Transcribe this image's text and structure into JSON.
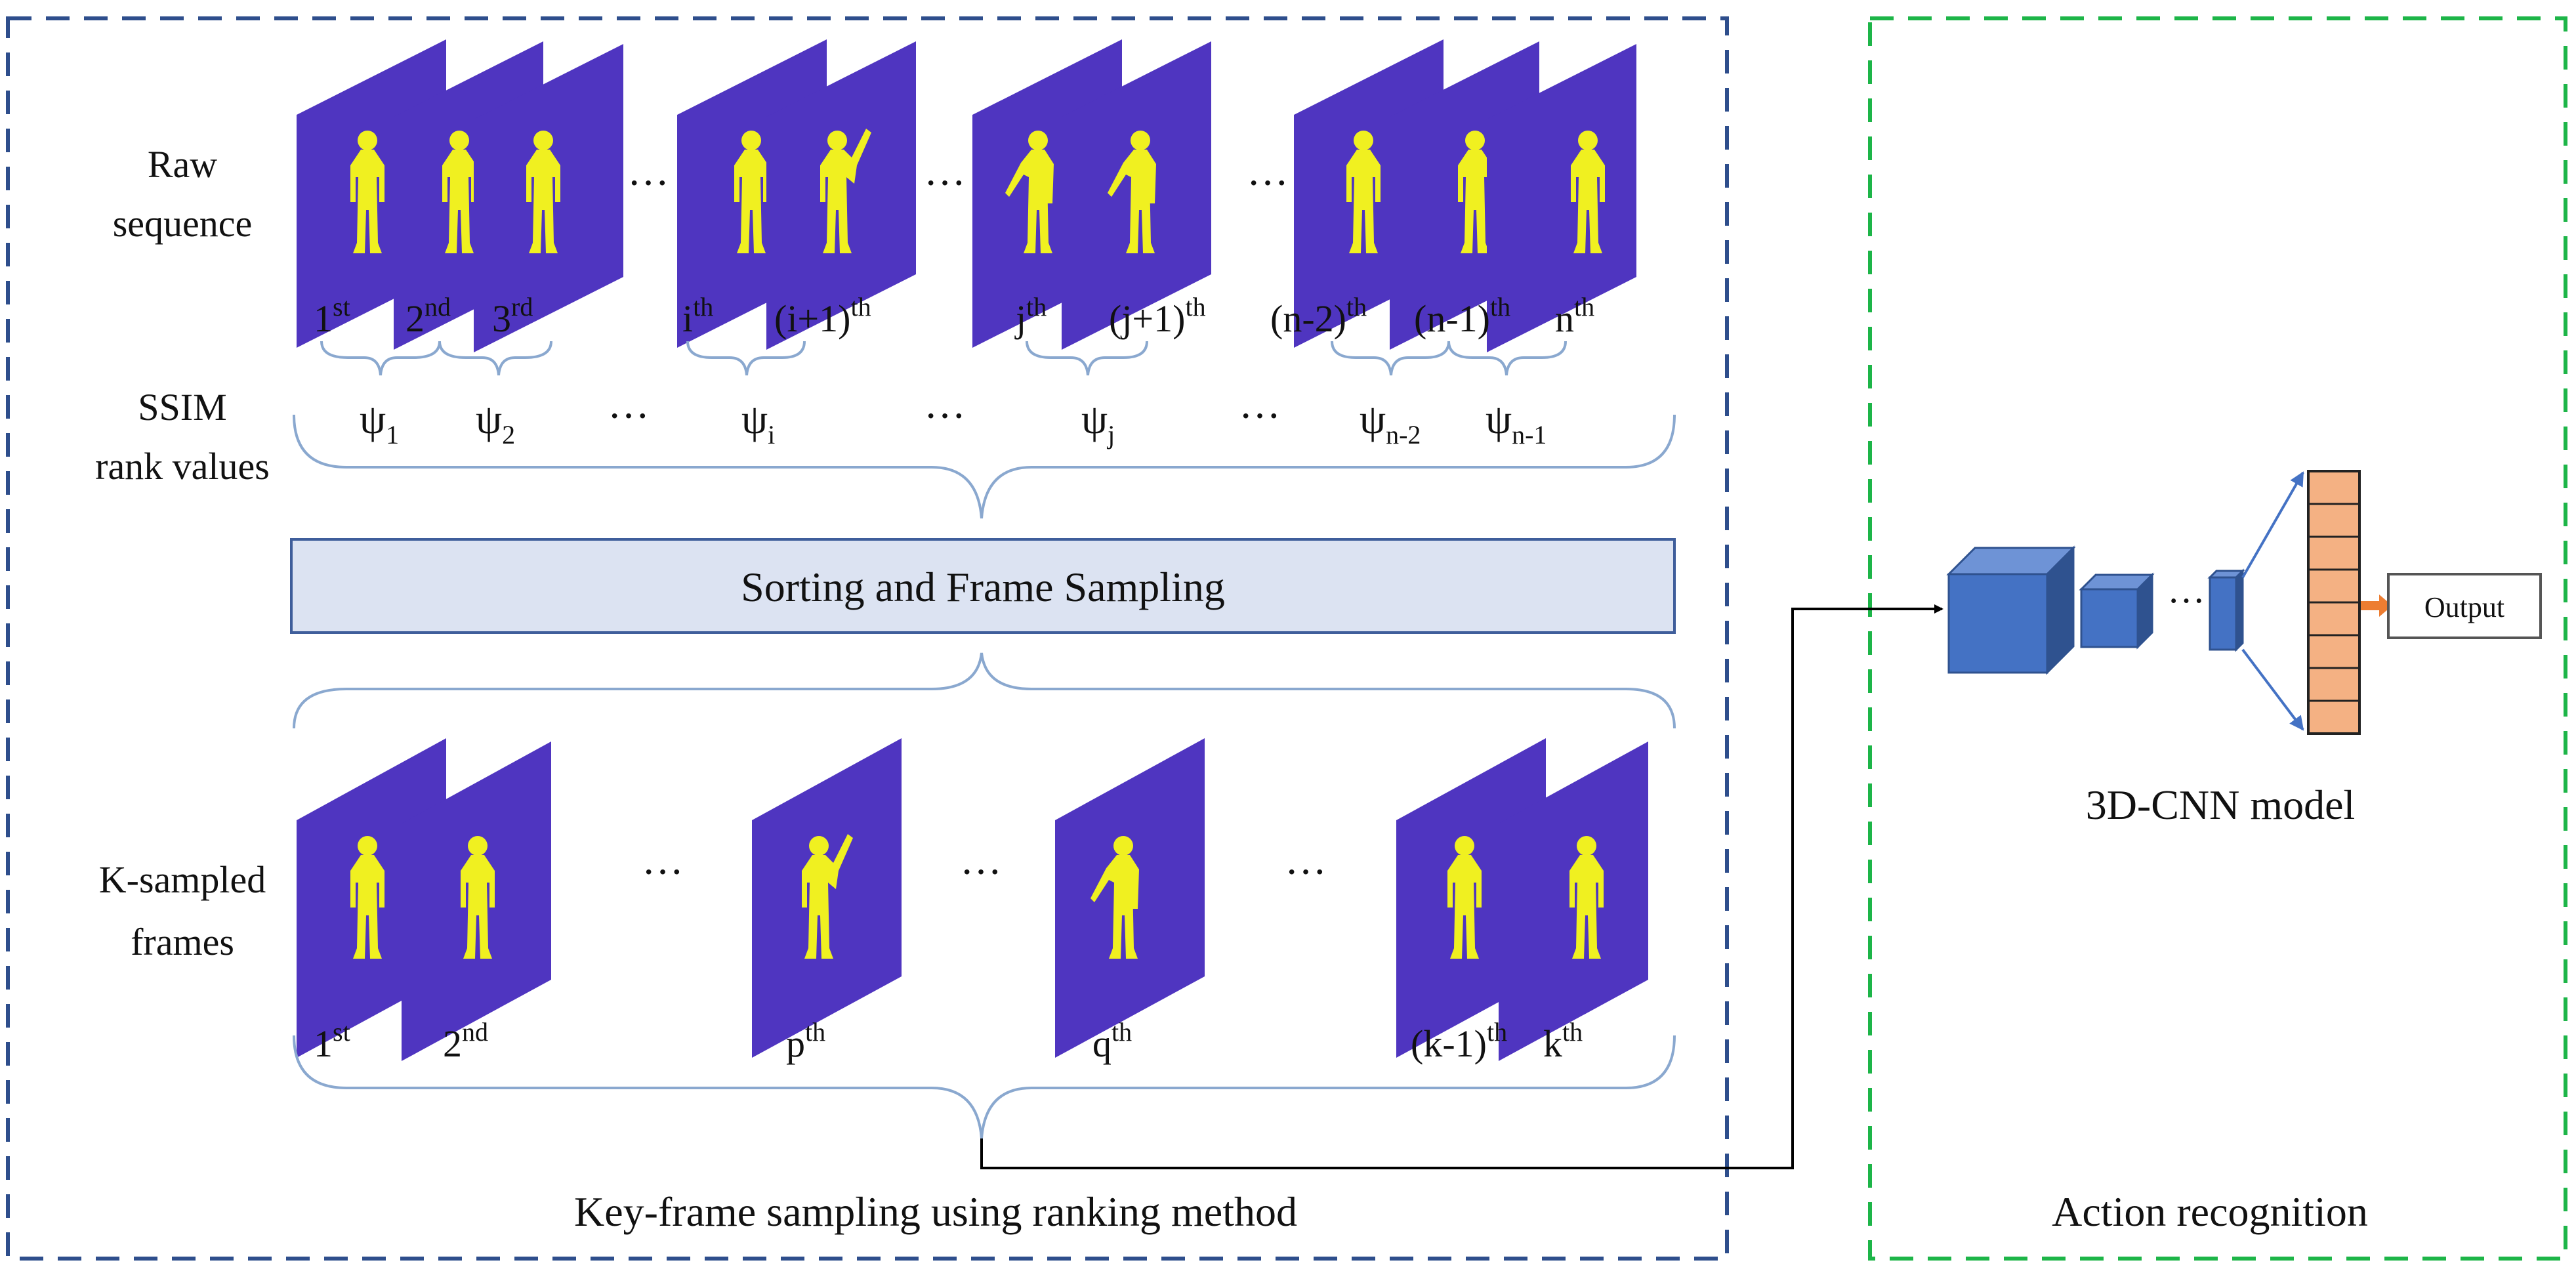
{
  "colors": {
    "left_border": "#2E4E8C",
    "right_border": "#1DB548",
    "frame_fill": "#4F35C0",
    "silhouette": "#F0F020",
    "brace": "#8AA8CF",
    "sorting_box_fill": "#DCE3F2",
    "sorting_box_stroke": "#3F5E9B",
    "cube_fill": "#4472C4",
    "cube_top": "#6E93D6",
    "cube_side": "#2F528F",
    "fc_fill": "#F4B183",
    "fc_stroke": "#222222",
    "arrow_orange": "#ED7D31",
    "connector": "#000000"
  },
  "left_panel": {
    "row_labels": {
      "raw_line1": "Raw",
      "raw_line2": "sequence",
      "ssim_line1": "SSIM",
      "ssim_line2": "rank values",
      "k_line1": "K-sampled",
      "k_line2": "frames"
    },
    "raw_frame_labels": {
      "f1": {
        "base": "1",
        "sup": "st"
      },
      "f2": {
        "base": "2",
        "sup": "nd"
      },
      "f3": {
        "base": "3",
        "sup": "rd"
      },
      "fi": {
        "base": "i",
        "sup": "th"
      },
      "fi1": {
        "base": "(i+1)",
        "sup": "th"
      },
      "fj": {
        "base": "j",
        "sup": "th"
      },
      "fj1": {
        "base": "(j+1)",
        "sup": "th"
      },
      "fn2": {
        "base": "(n-2)",
        "sup": "th"
      },
      "fn1": {
        "base": "(n-1)",
        "sup": "th"
      },
      "fn": {
        "base": "n",
        "sup": "th"
      }
    },
    "psi_labels": {
      "p1": {
        "base": "ψ",
        "sub": "1"
      },
      "p2": {
        "base": "ψ",
        "sub": "2"
      },
      "pi": {
        "base": "ψ",
        "sub": "i"
      },
      "pj": {
        "base": "ψ",
        "sub": "j"
      },
      "pn2": {
        "base": "ψ",
        "sub": "n-2"
      },
      "pn1": {
        "base": "ψ",
        "sub": "n-1"
      }
    },
    "ellipsis": "···",
    "sorting_box_label": "Sorting and Frame Sampling",
    "sampled_frame_labels": {
      "s1": {
        "base": "1",
        "sup": "st"
      },
      "s2": {
        "base": "2",
        "sup": "nd"
      },
      "sp": {
        "base": "p",
        "sup": "th"
      },
      "sq": {
        "base": "q",
        "sup": "th"
      },
      "sk1": {
        "base": "(k-1)",
        "sup": "th"
      },
      "sk": {
        "base": "k",
        "sup": "th"
      }
    },
    "caption": "Key-frame sampling using ranking method"
  },
  "right_panel": {
    "ellipsis": "···",
    "output_label": "Output",
    "model_label": "3D-CNN model",
    "caption": "Action recognition"
  }
}
